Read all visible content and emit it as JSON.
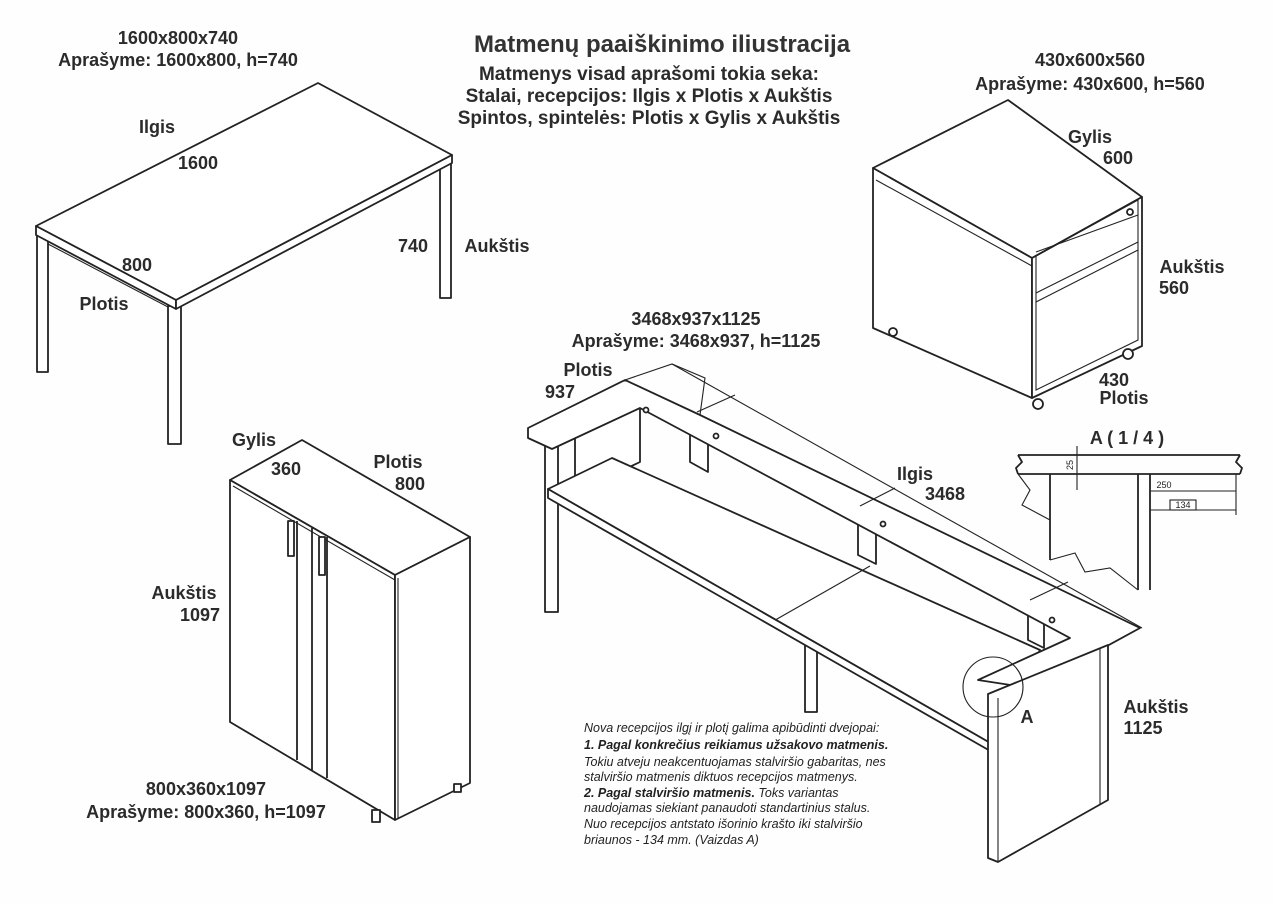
{
  "title": {
    "main": "Matmenų paaiškinimo iliustracija",
    "line1": "Matmenys visad aprašomi tokia seka:",
    "line2": "Stalai, recepcijos: Ilgis x Plotis x Aukštis",
    "line3": "Spintos, spintelės: Plotis x Gylis x Aukštis"
  },
  "desk": {
    "dims": "1600x800x740",
    "desc": "Aprašyme: 1600x800, h=740",
    "ilgis_label": "Ilgis",
    "ilgis_value": "1600",
    "plotis_value": "800",
    "plotis_label": "Plotis",
    "height_value": "740",
    "height_label": "Aukštis"
  },
  "pedestal": {
    "dims": "430x600x560",
    "desc": "Aprašyme: 430x600, h=560",
    "gylis_label": "Gylis",
    "gylis_value": "600",
    "height_label": "Aukštis",
    "height_value": "560",
    "plotis_value": "430",
    "plotis_label": "Plotis"
  },
  "reception": {
    "dims": "3468x937x1125",
    "desc": "Aprašyme: 3468x937, h=1125",
    "plotis_label": "Plotis",
    "plotis_value": "937",
    "ilgis_label": "Ilgis",
    "ilgis_value": "3468",
    "height_label": "Aukštis",
    "height_value": "1125",
    "detail_marker": "A"
  },
  "detail": {
    "title": "A  ( 1 / 4 )",
    "dim_25": "25",
    "dim_250": "250",
    "dim_134": "134"
  },
  "cabinet": {
    "gylis_label": "Gylis",
    "gylis_value": "360",
    "plotis_label": "Plotis",
    "plotis_value": "800",
    "height_label": "Aukštis",
    "height_value": "1097",
    "dims": "800x360x1097",
    "desc": "Aprašyme: 800x360, h=1097"
  },
  "note": {
    "line1": "Nova recepcijos ilgį ir plotį galima apibūdinti dvejopai:",
    "line2": "1. Pagal konkrečius reikiamus užsakovo matmenis.",
    "line3": "Tokiu atveju neakcentuojamas stalviršio gabaritas, nes",
    "line4": "stalviršio matmenis diktuos recepcijos matmenys.",
    "line5a": "2. Pagal stalviršio matmenis.",
    "line5b": " Toks variantas",
    "line6": "naudojamas siekiant panaudoti standartinius stalus.",
    "line7": "Nuo recepcijos antstato išorinio krašto iki stalviršio",
    "line8": "briaunos - 134 mm. (Vaizdas A)"
  }
}
